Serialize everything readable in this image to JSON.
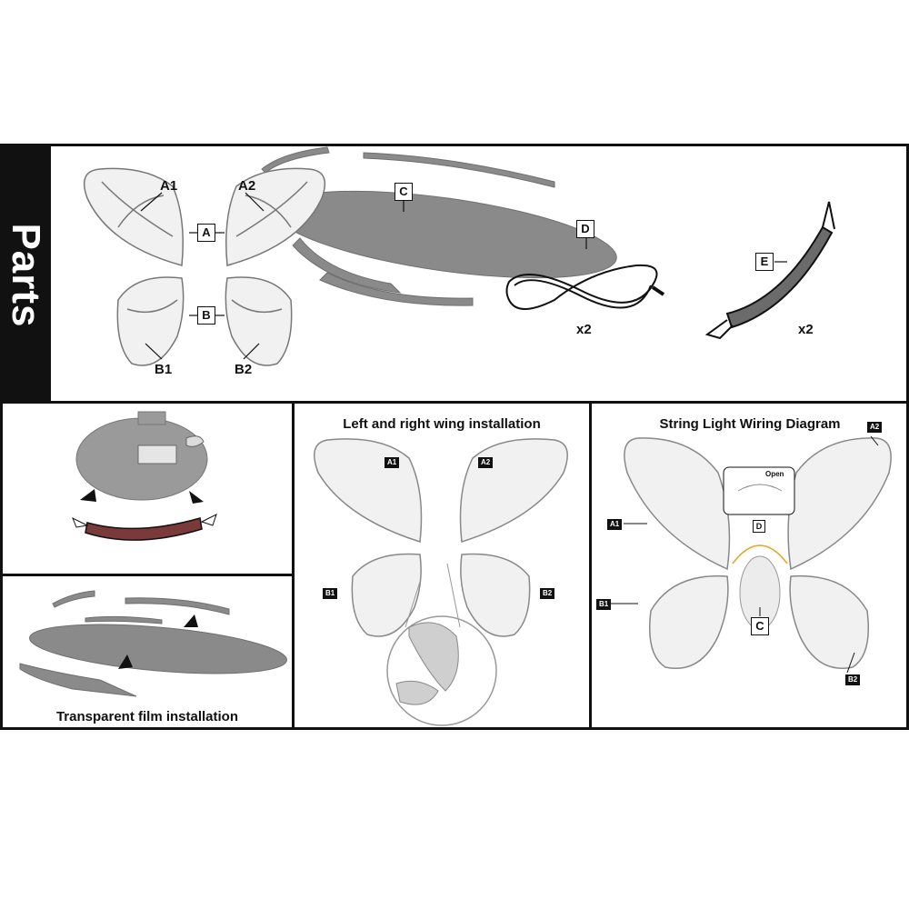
{
  "parts": {
    "title": "Parts",
    "labels": {
      "a1": "A1",
      "a2": "A2",
      "b1": "B1",
      "b2": "B2",
      "a": "A",
      "b": "B",
      "c": "C",
      "d": "D",
      "e": "E"
    },
    "cable_qty": "x2",
    "strap_qty": "x2"
  },
  "film_panel": {
    "title": "Transparent film installation"
  },
  "wing_panel": {
    "title": "Left and right wing installation",
    "tags": {
      "a1": "A1",
      "a2": "A2",
      "b1": "B1",
      "b2": "B2"
    }
  },
  "wiring_panel": {
    "title": "String Light Wiring Diagram",
    "tags": {
      "a1": "A1",
      "a2": "A2",
      "b1": "B1",
      "b2": "B2"
    },
    "open_label": "Open",
    "c_label": "C",
    "d_label": "D"
  },
  "colors": {
    "ink": "#111111",
    "part_gray": "#8a8a8a",
    "wing_fill": "#f1f1f1",
    "accent": "#e8a21c"
  }
}
